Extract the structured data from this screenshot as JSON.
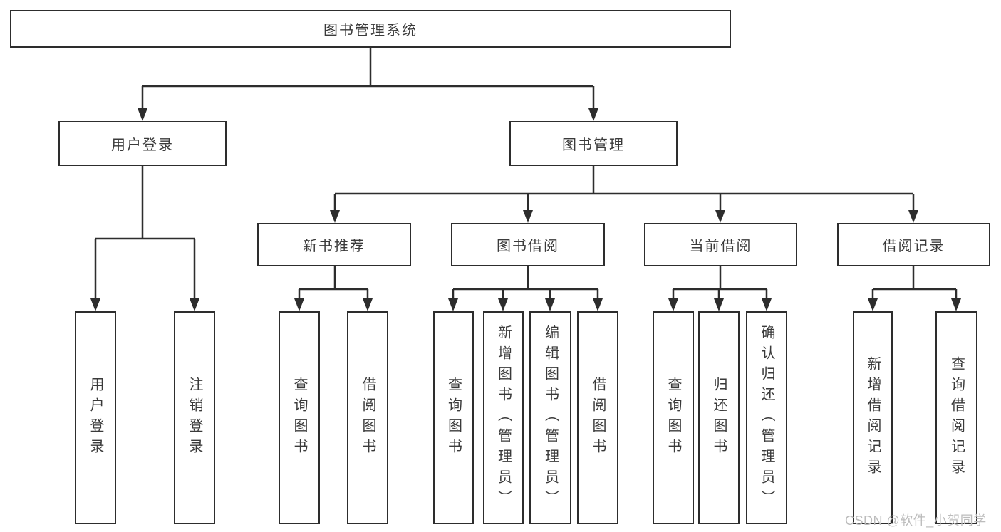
{
  "diagram": {
    "root": {
      "label": "图书管理系统"
    },
    "branches": [
      {
        "label": "用户登录",
        "children": [
          {
            "label": "用户登录"
          },
          {
            "label": "注销登录"
          }
        ]
      },
      {
        "label": "图书管理",
        "children": [
          {
            "label": "新书推荐",
            "children": [
              {
                "label": "查询图书"
              },
              {
                "label": "借阅图书"
              }
            ]
          },
          {
            "label": "图书借阅",
            "children": [
              {
                "label": "查询图书"
              },
              {
                "label": "新增图书（管理员）"
              },
              {
                "label": "编辑图书（管理员）"
              },
              {
                "label": "借阅图书"
              }
            ]
          },
          {
            "label": "当前借阅",
            "children": [
              {
                "label": "查询图书"
              },
              {
                "label": "归还图书"
              },
              {
                "label": "确认归还（管理员）"
              }
            ]
          },
          {
            "label": "借阅记录",
            "children": [
              {
                "label": "新增借阅记录"
              },
              {
                "label": "查询借阅记录"
              }
            ]
          }
        ]
      }
    ]
  },
  "watermark": {
    "text": "CSDN @软件_小贺同学",
    "color": "#bcbcbc"
  },
  "colors": {
    "line": "#2d2d2d",
    "text": "#3a3a3a",
    "background": "#ffffff",
    "box_fill": "#ffffff"
  }
}
